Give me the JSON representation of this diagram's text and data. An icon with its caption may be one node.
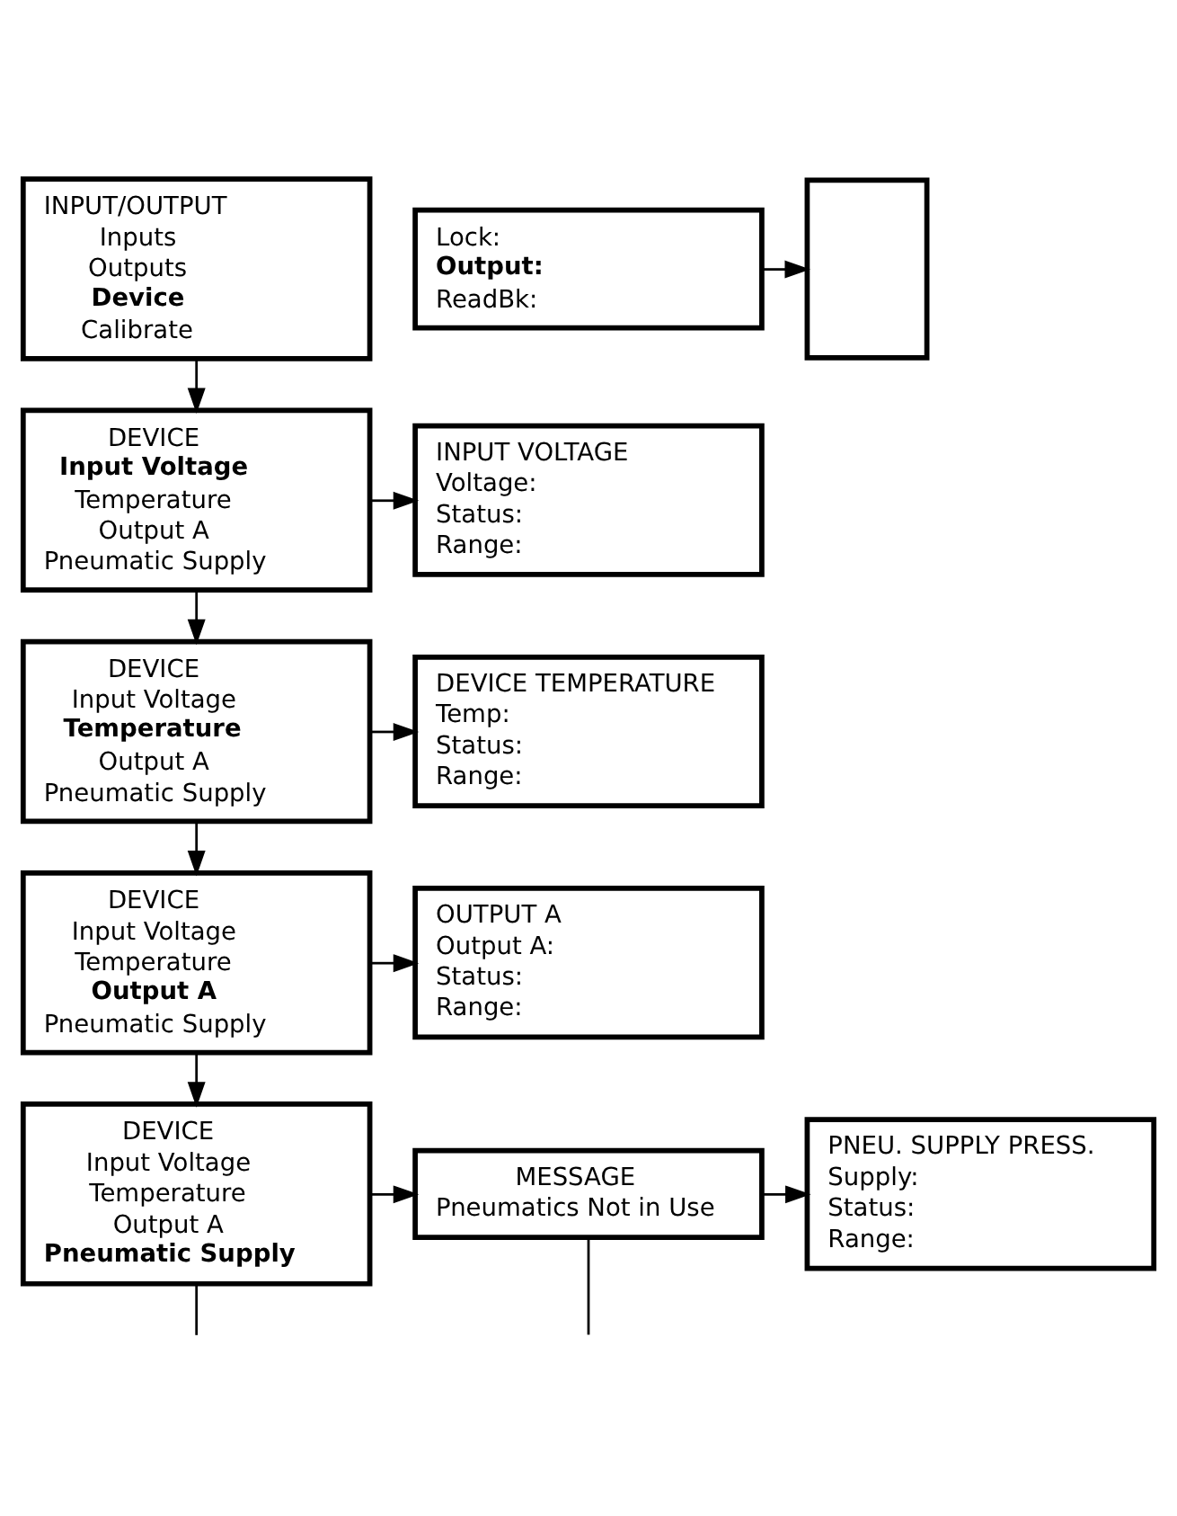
{
  "diagram": {
    "nodes": [
      {
        "text": [
          "INPUT/OUTPUT",
          "Inputs",
          "Outputs",
          "**Device**",
          "Calibrate"
        ]
      },
      {
        "text": [
          "Lock:",
          "**Output:**",
          "ReadBk:"
        ]
      },
      {
        "text": [],
        "shape": "box"
      },
      {
        "text": [
          "DEVICE",
          "**Input Voltage**",
          "Temperature",
          "Output A",
          "Pneumatic Supply"
        ]
      },
      {
        "text": [
          "INPUT VOLTAGE",
          "Voltage:",
          "Status:",
          "Range:"
        ]
      },
      {
        "text": [
          "DEVICE",
          "Input Voltage",
          "**Temperature**",
          "Output A",
          "Pneumatic Supply"
        ]
      },
      {
        "text": [
          "DEVICE TEMPERATURE",
          "Temp:",
          "Status:",
          "Range:"
        ]
      },
      {
        "text": [
          "DEVICE",
          "Input Voltage",
          "Temperature",
          "**Output A**",
          "Pneumatic Supply"
        ]
      },
      {
        "text": [
          "OUTPUT A",
          "Output A:",
          "Status:",
          "Range:"
        ]
      },
      {
        "text": [
          "DEVICE",
          "Input Voltage",
          "Temperature",
          "Output A",
          "**Pneumatic Supply**"
        ]
      },
      {
        "text": [
          "MESSAGE",
          "Pneumatics Not in Use"
        ]
      },
      {
        "text": [
          "PNEU. SUPPLY PRESS.",
          "Supply:",
          "Status:",
          "Range:"
        ]
      }
    ],
    "edges": [
      {
        "from": 0,
        "to": 3,
        "arrow": "to"
      },
      {
        "from": 1,
        "to": 2,
        "arrow": "to"
      },
      {
        "from": 3,
        "to": 4,
        "arrow": "to"
      },
      {
        "from": 3,
        "to": 5,
        "arrow": "to"
      },
      {
        "from": 5,
        "to": 6,
        "arrow": "to"
      },
      {
        "from": 5,
        "to": 7,
        "arrow": "to"
      },
      {
        "from": 7,
        "to": 8,
        "arrow": "to"
      },
      {
        "from": 7,
        "to": 9,
        "arrow": "to"
      },
      {
        "from": 9,
        "to": 10,
        "arrow": "to"
      },
      {
        "from": 9,
        "to": null,
        "arrow": "none"
      },
      {
        "from": 10,
        "to": 11,
        "arrow": "to"
      },
      {
        "from": 10,
        "to": null,
        "arrow": "none"
      }
    ]
  }
}
